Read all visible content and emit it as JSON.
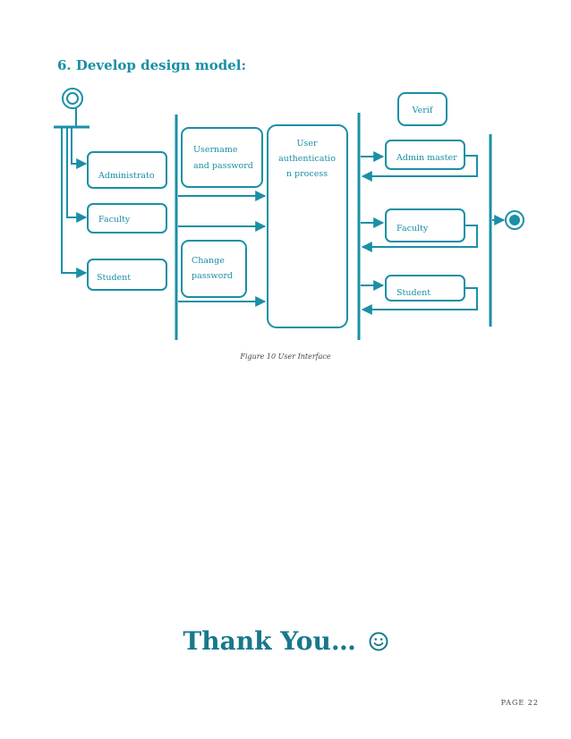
{
  "section_heading": "6. Develop design model:",
  "diagram": {
    "actors": {
      "administrator": "Administrato",
      "faculty": "Faculty",
      "student": "Student"
    },
    "forms": {
      "username_line1": "Username",
      "username_line2": "and password",
      "change_line1": "Change",
      "change_line2": "password"
    },
    "process": {
      "line1": "User",
      "line2": "authenticatio",
      "line3": "n process"
    },
    "outputs": {
      "verif": "Verif",
      "admin_master": "Admin master",
      "faculty": "Faculty",
      "student": "Student"
    }
  },
  "figure_caption": "Figure 10 User Interface",
  "closing_text": "Thank You…",
  "page_number": "PAGE 22",
  "colors": {
    "accent": "#1a8fa6",
    "closing": "#17788c"
  }
}
